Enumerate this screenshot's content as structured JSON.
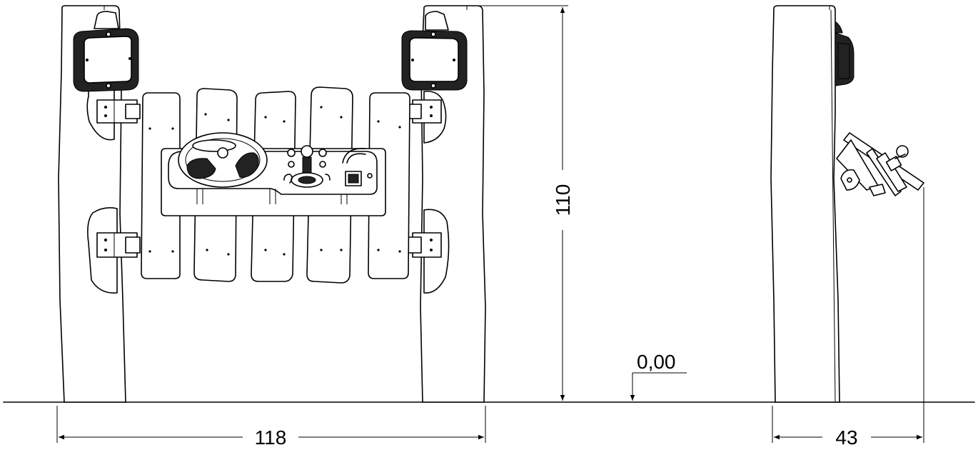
{
  "dimensions": {
    "width_front": "118",
    "height": "110",
    "depth_side": "43",
    "ground_level": "0,00"
  }
}
